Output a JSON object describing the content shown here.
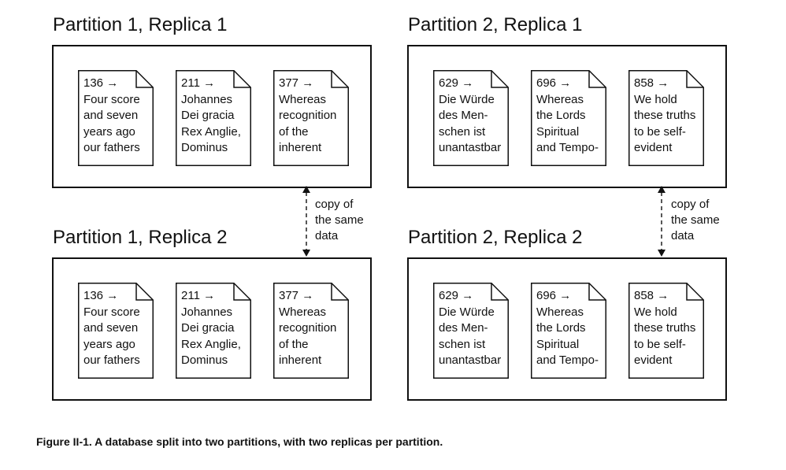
{
  "partitions": [
    {
      "replicas": [
        {
          "title": "Partition 1, Replica 1",
          "docs": [
            {
              "key": "136 →",
              "lines": [
                "Four score",
                "and seven",
                "years ago",
                "our fathers"
              ]
            },
            {
              "key": "211 →",
              "lines": [
                "Johannes",
                "Dei gracia",
                "Rex Anglie,",
                "Dominus"
              ]
            },
            {
              "key": "377 →",
              "lines": [
                "Whereas",
                "recognition",
                "of the",
                "inherent"
              ]
            }
          ]
        },
        {
          "title": "Partition 1, Replica 2",
          "docs": [
            {
              "key": "136 →",
              "lines": [
                "Four score",
                "and seven",
                "years ago",
                "our fathers"
              ]
            },
            {
              "key": "211 →",
              "lines": [
                "Johannes",
                "Dei gracia",
                "Rex Anglie,",
                "Dominus"
              ]
            },
            {
              "key": "377 →",
              "lines": [
                "Whereas",
                "recognition",
                "of the",
                "inherent"
              ]
            }
          ]
        }
      ],
      "copy_label": [
        "copy of",
        "the same",
        "data"
      ]
    },
    {
      "replicas": [
        {
          "title": "Partition 2, Replica 1",
          "docs": [
            {
              "key": "629 →",
              "lines": [
                "Die Würde",
                "des Men-",
                "schen ist",
                "unantastbar"
              ]
            },
            {
              "key": "696 →",
              "lines": [
                "Whereas",
                "the Lords",
                "Spiritual",
                "and Tempo-"
              ]
            },
            {
              "key": "858 →",
              "lines": [
                "We hold",
                "these truths",
                "to be self-",
                "evident"
              ]
            }
          ]
        },
        {
          "title": "Partition 2, Replica 2",
          "docs": [
            {
              "key": "629 →",
              "lines": [
                "Die Würde",
                "des Men-",
                "schen ist",
                "unantastbar"
              ]
            },
            {
              "key": "696 →",
              "lines": [
                "Whereas",
                "the Lords",
                "Spiritual",
                "and Tempo-"
              ]
            },
            {
              "key": "858 →",
              "lines": [
                "We hold",
                "these truths",
                "to be self-",
                "evident"
              ]
            }
          ]
        }
      ],
      "copy_label": [
        "copy of",
        "the same",
        "data"
      ]
    }
  ],
  "caption": "Figure II-1. A database split into two partitions, with two replicas per partition."
}
